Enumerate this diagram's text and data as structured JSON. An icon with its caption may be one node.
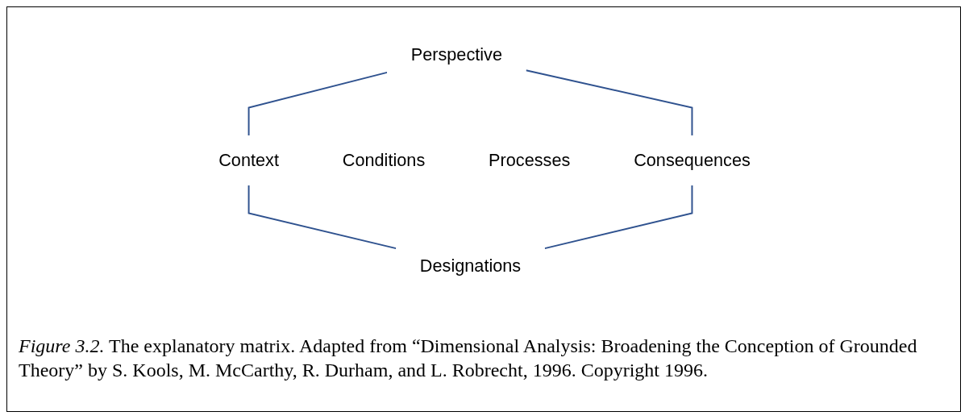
{
  "diagram": {
    "caption": "*Figure 3.2.* The explanatory matrix. Adapted from “Dimensional Analysis: Broadening the Conception of Grounded Theory” by S. Kools, M. McCarthy, R. Durham, and L. Robrecht, 1996. Copyright 1996.",
    "nodes": [
      {
        "text": [
          "Perspective"
        ]
      },
      {
        "text": [
          "Context"
        ]
      },
      {
        "text": [
          "Conditions"
        ]
      },
      {
        "text": [
          "Processes"
        ]
      },
      {
        "text": [
          "Consequences"
        ]
      },
      {
        "text": [
          "Designations"
        ]
      }
    ],
    "edges": [
      {
        "from": 0,
        "to": 1,
        "arrow": "none"
      },
      {
        "from": 0,
        "to": 4,
        "arrow": "none"
      },
      {
        "from": 1,
        "to": 5,
        "arrow": "none"
      },
      {
        "from": 4,
        "to": 5,
        "arrow": "none"
      }
    ]
  }
}
